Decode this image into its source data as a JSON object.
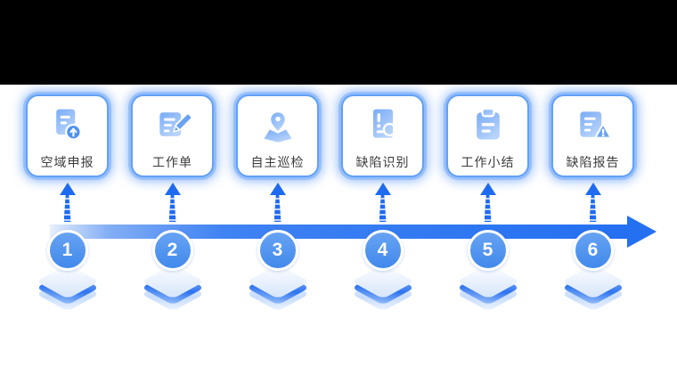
{
  "diagram": {
    "name": "inspection-process-flow",
    "steps": [
      {
        "number": "1",
        "label": "空域申报",
        "icon": "doc-upload-icon"
      },
      {
        "number": "2",
        "label": "工作单",
        "icon": "doc-edit-icon"
      },
      {
        "number": "3",
        "label": "自主巡检",
        "icon": "map-pin-icon"
      },
      {
        "number": "4",
        "label": "缺陷识别",
        "icon": "doc-search-icon"
      },
      {
        "number": "5",
        "label": "工作小结",
        "icon": "clipboard-icon"
      },
      {
        "number": "6",
        "label": "缺陷报告",
        "icon": "doc-warning-icon"
      }
    ],
    "colors": {
      "top_band": "#000000",
      "card_border": "#61a1f8",
      "card_glow": "#2f7bf5",
      "icon_gradient_start": "#79abf6",
      "icon_gradient_end": "#b7d3fb",
      "up_arrow": "#1f6bf0",
      "timeline_start": "#7aa8f3",
      "timeline_end": "#2470f1",
      "circle_fill": "#4289ec",
      "circle_ring": "#ffffff",
      "platform_blue": "#2e74f0",
      "label_text": "#3c3c3c"
    }
  }
}
